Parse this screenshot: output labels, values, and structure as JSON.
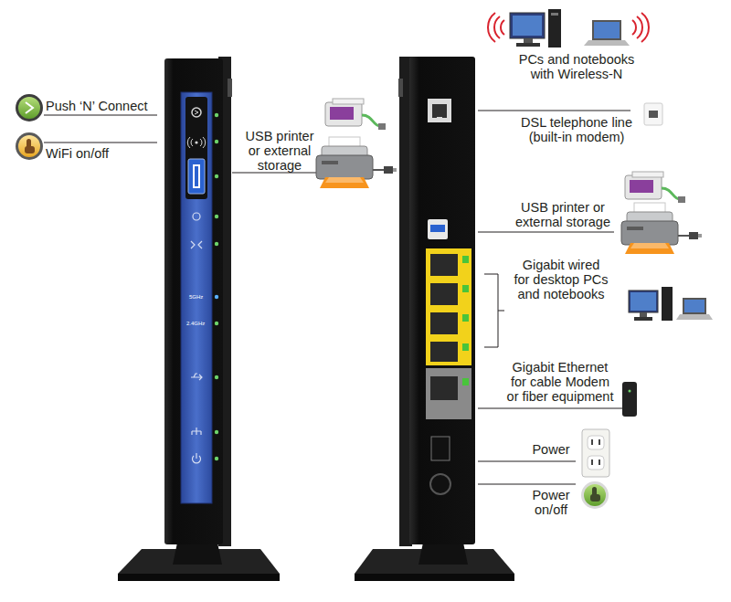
{
  "diagram": {
    "labels": [
      "Push ‘N’ Connect",
      "WiFi on/off",
      "USB printer or external storage",
      "5GHz",
      "2.4GHz",
      "PCs and notebooks with Wireless-N",
      "DSL telephone line (built-in modem)",
      "USB printer or external storage",
      "Gigabit wired for desktop PCs and notebooks",
      "Gigabit Ethernet for cable Modem or fiber equipment",
      "Power",
      "Power on/off"
    ]
  }
}
